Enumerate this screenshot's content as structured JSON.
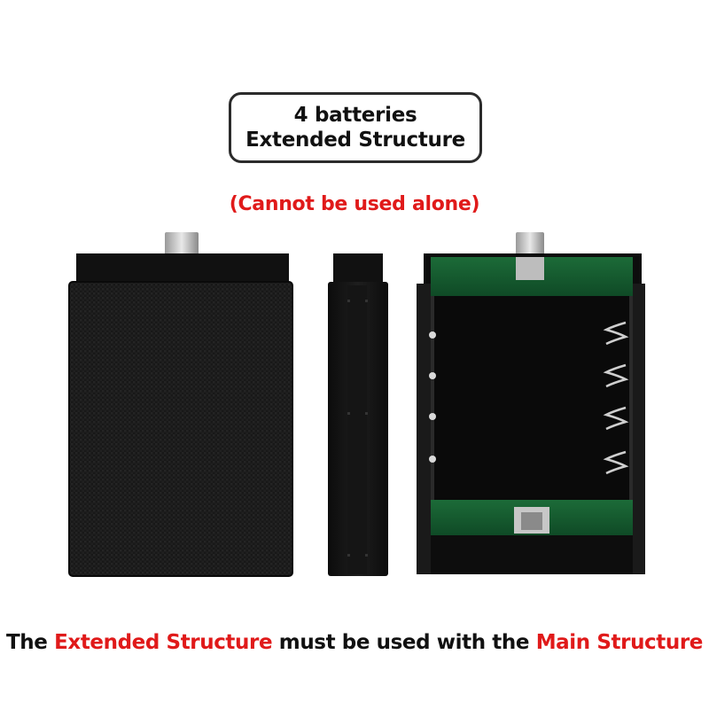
{
  "title_box": {
    "line1": "4  batteries",
    "line2": "Extended Structure"
  },
  "warning": "(Cannot be used alone)",
  "caption": {
    "part1": "The ",
    "part2": "Extended Structure",
    "part3": " must be used with the ",
    "part4": "Main Structure"
  },
  "colors": {
    "accent_red": "#e01a1a",
    "text_dark": "#111111",
    "board_green": "#1f7a3e",
    "case_black": "#151515"
  }
}
